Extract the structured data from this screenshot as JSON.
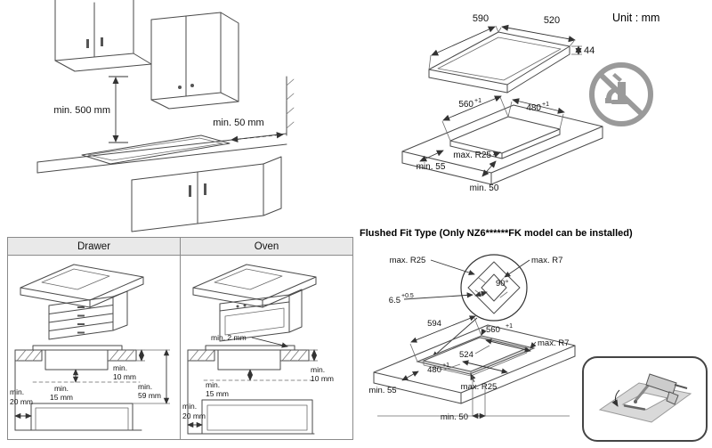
{
  "unit_label": "Unit : mm",
  "colors": {
    "line": "#4a4a4a",
    "icon_gray": "#9a9a9a",
    "table_header_bg": "#e9e9e9"
  },
  "icons": {
    "prohibition": "no-sink-faucet-crossed",
    "sealant": "caulking-gun-apply-sealant"
  },
  "cabinet_clearance": {
    "above": "min. 500 mm",
    "to_wall": "min. 50 mm"
  },
  "cooktop": {
    "width": "590",
    "depth": "520",
    "height": "44"
  },
  "cutout": {
    "width": "560",
    "width_tol": "+1",
    "depth": "480",
    "depth_tol": "+1",
    "corner_radius": "max. R25",
    "side_clearance": "min. 55",
    "front_clearance": "min. 50"
  },
  "table": {
    "headers": [
      "Drawer",
      "Oven"
    ],
    "drawer": {
      "under_cooktop": [
        "min.",
        "15 mm"
      ],
      "side_gap": [
        "min.",
        "10 mm"
      ],
      "depth_gap": [
        "min.",
        "59 mm"
      ],
      "back_gap": [
        "min.",
        "20 mm"
      ]
    },
    "oven": {
      "top_gap": "min. 2 mm",
      "side_gap": [
        "min.",
        "10 mm"
      ],
      "under_cooktop": [
        "min.",
        "15 mm"
      ],
      "back_gap": [
        "min.",
        "20 mm"
      ]
    }
  },
  "flushed": {
    "title": "Flushed Fit Type (Only NZ6******FK model can be installed)",
    "detail": {
      "outer_radius": "max. R25",
      "step_radius": "max. R7",
      "angle": "90°",
      "step_depth": "6.5",
      "step_depth_tol": "+0.5"
    },
    "dims": {
      "outer_width": "594",
      "inner_width": "560",
      "inner_width_tol": "+1",
      "step_radius": "max. R7",
      "outer_depth": "524",
      "inner_depth": "480",
      "inner_depth_tol": "+1",
      "inner_radius": "max. R25",
      "side_clearance": "min. 55",
      "front_clearance": "min. 50"
    }
  }
}
